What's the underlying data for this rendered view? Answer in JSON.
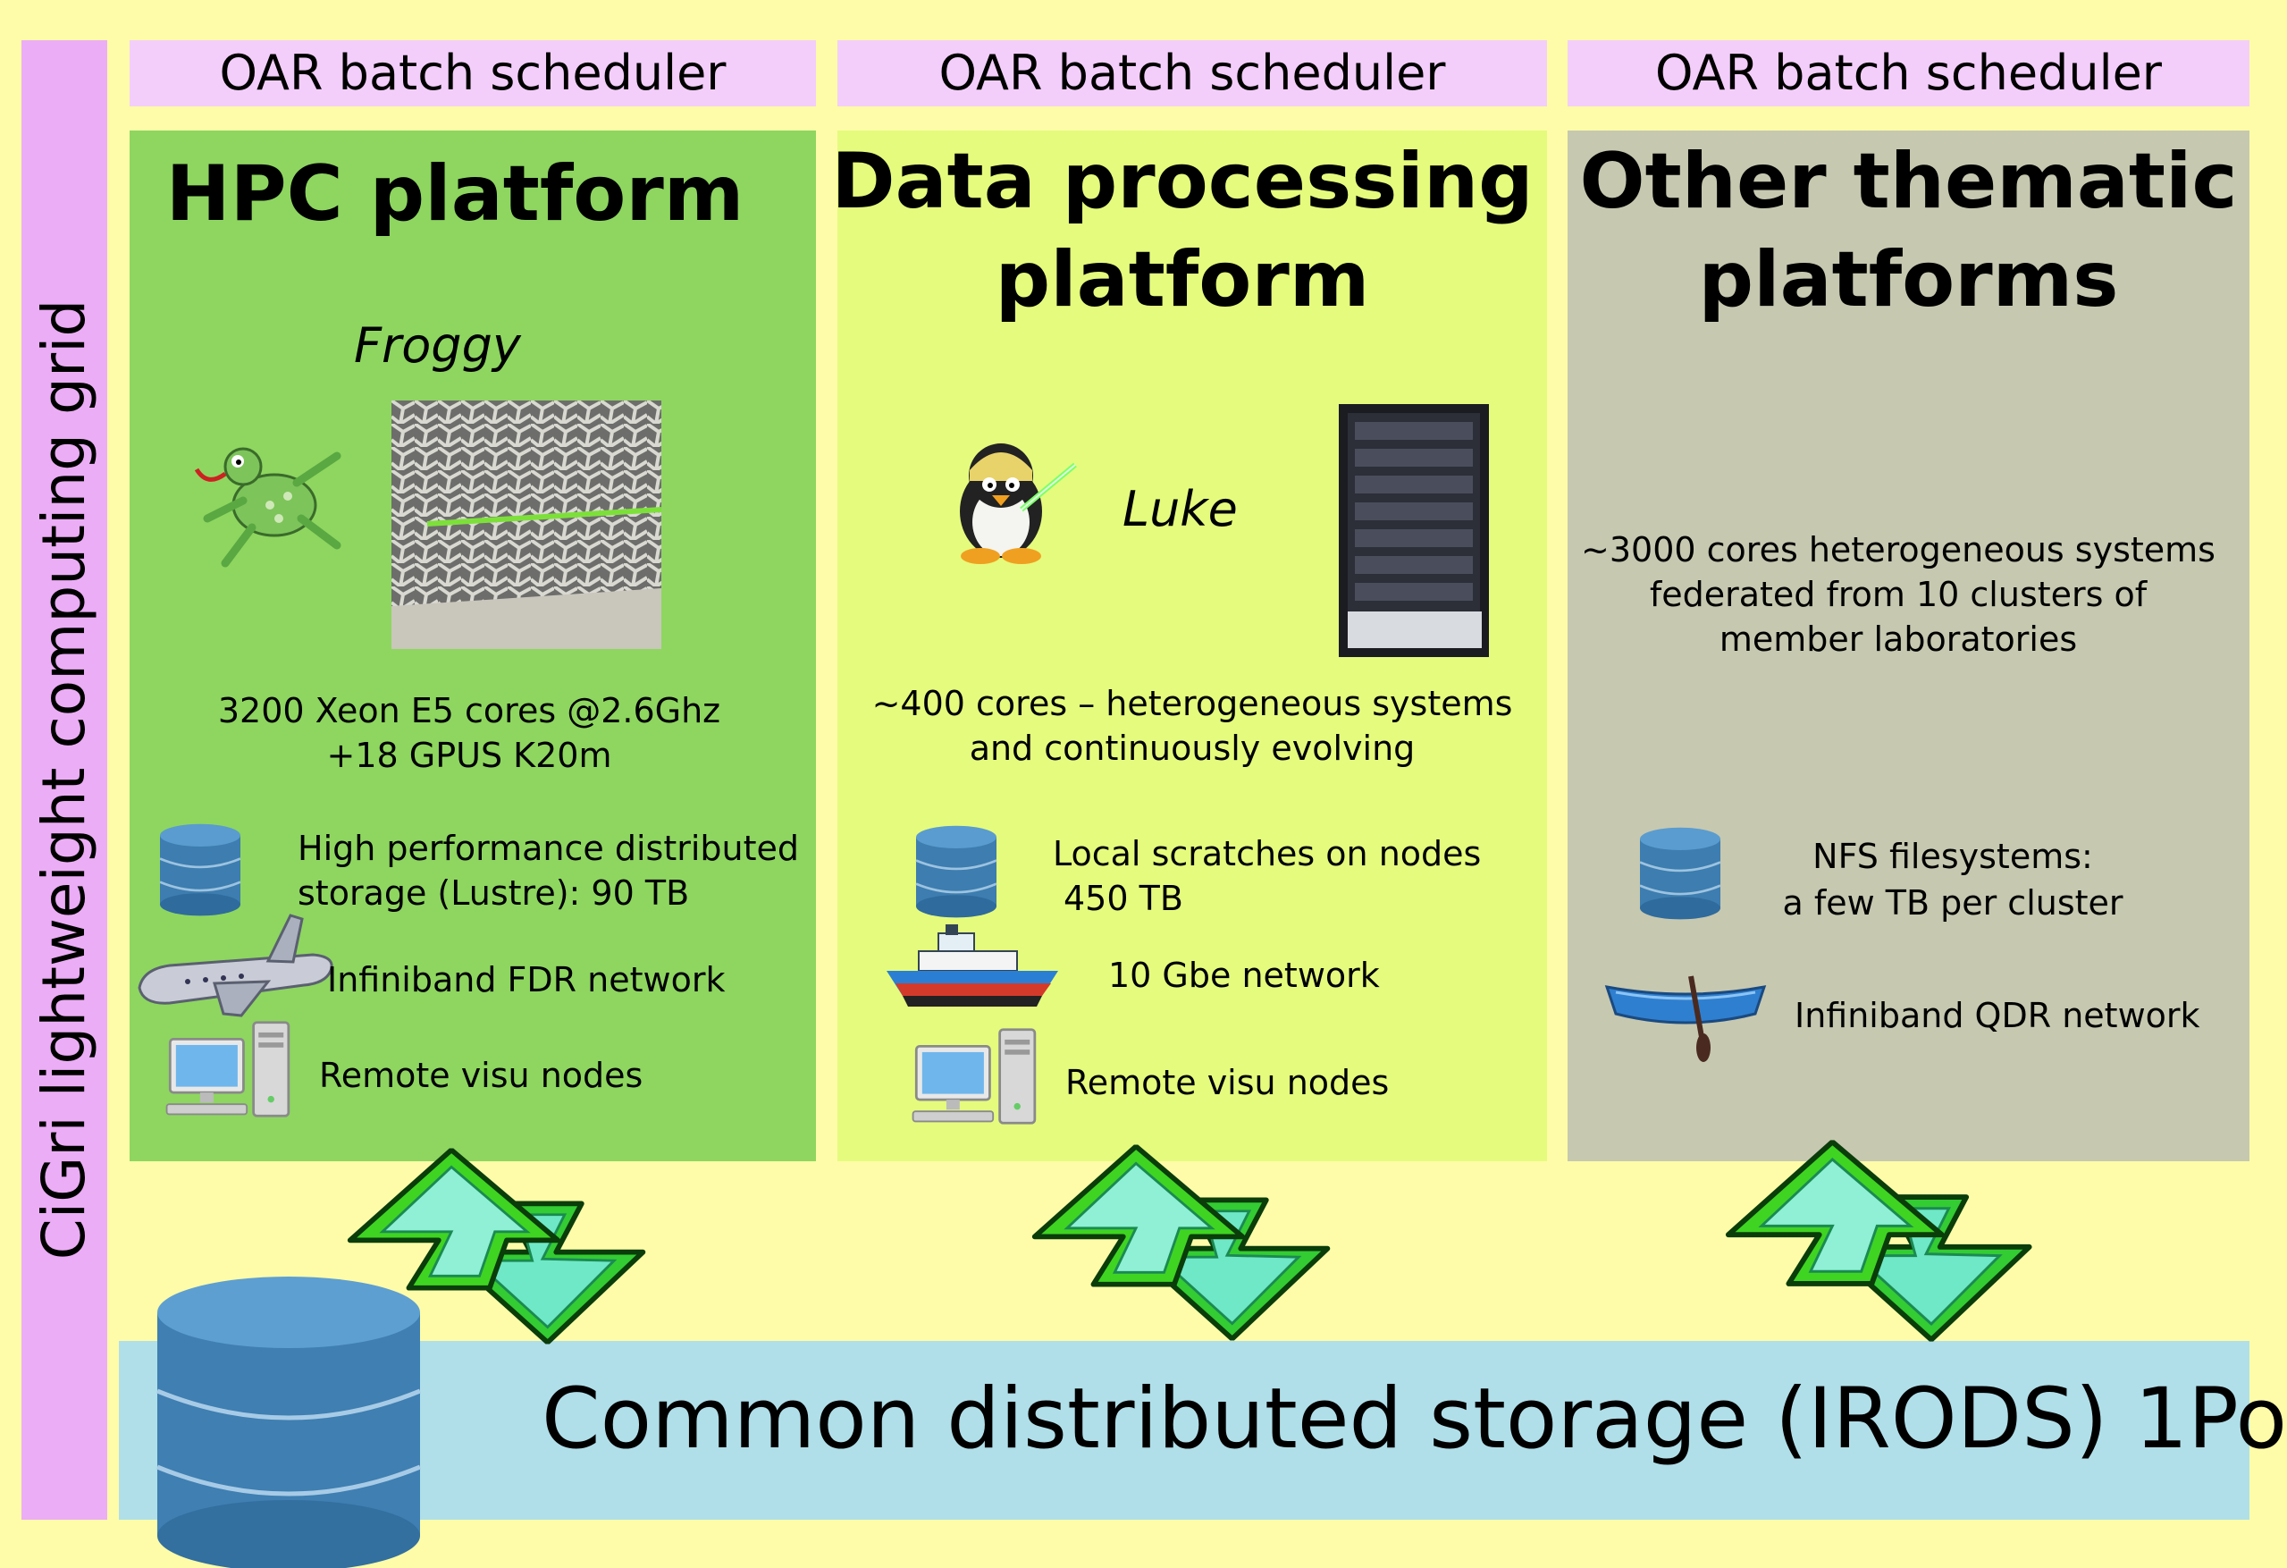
{
  "grid_label": "CiGri lightweight computing grid",
  "schedulers": [
    "OAR batch scheduler",
    "OAR batch scheduler",
    "OAR batch scheduler"
  ],
  "hpc": {
    "title": "HPC platform",
    "cluster_name": "Froggy",
    "cores": "3200 Xeon E5 cores @2.6Ghz",
    "gpus": "+18 GPUS K20m",
    "storage_line1": "High performance distributed",
    "storage_line2": "storage (Lustre): 90 TB",
    "network": "Infiniband FDR network",
    "visu": "Remote visu nodes"
  },
  "data": {
    "title_line1": "Data processing",
    "title_line2": "platform",
    "cluster_name": "Luke",
    "cores_line1": "~400 cores – heterogeneous systems",
    "cores_line2": "and continuously evolving",
    "storage_line1": "Local scratches on nodes",
    "storage_line2": "450 TB",
    "network": "10 Gbe network",
    "visu": "Remote visu nodes"
  },
  "other": {
    "title_line1": "Other thematic",
    "title_line2": "platforms",
    "cores_line1": "~3000 cores heterogeneous systems",
    "cores_line2": "federated from  10 clusters of",
    "cores_line3": "member  laboratories",
    "storage_line1": "NFS filesystems:",
    "storage_line2": "a few TB per cluster",
    "network": "Infiniband QDR network"
  },
  "common_storage": "Common distributed storage (IRODS) 1Po",
  "colors": {
    "background": "#fefca8",
    "side_bar": "#ebadf5",
    "scheduler": "#f3cefa",
    "hpc_panel": "#8ed660",
    "data_panel": "#e5fb7d",
    "other_panel": "#c6c8b0",
    "storage_bar": "#b0dfe9",
    "arrow_green": "#3fd422",
    "arrow_teal": "#3ad9bd",
    "database_blue": "#3f7fb2"
  },
  "icons": [
    "database-icon",
    "airplane-icon",
    "computer-icon",
    "frog-icon",
    "penguin-icon",
    "ship-icon",
    "canoe-icon",
    "server-rack-icon",
    "exchange-arrows-icon"
  ]
}
